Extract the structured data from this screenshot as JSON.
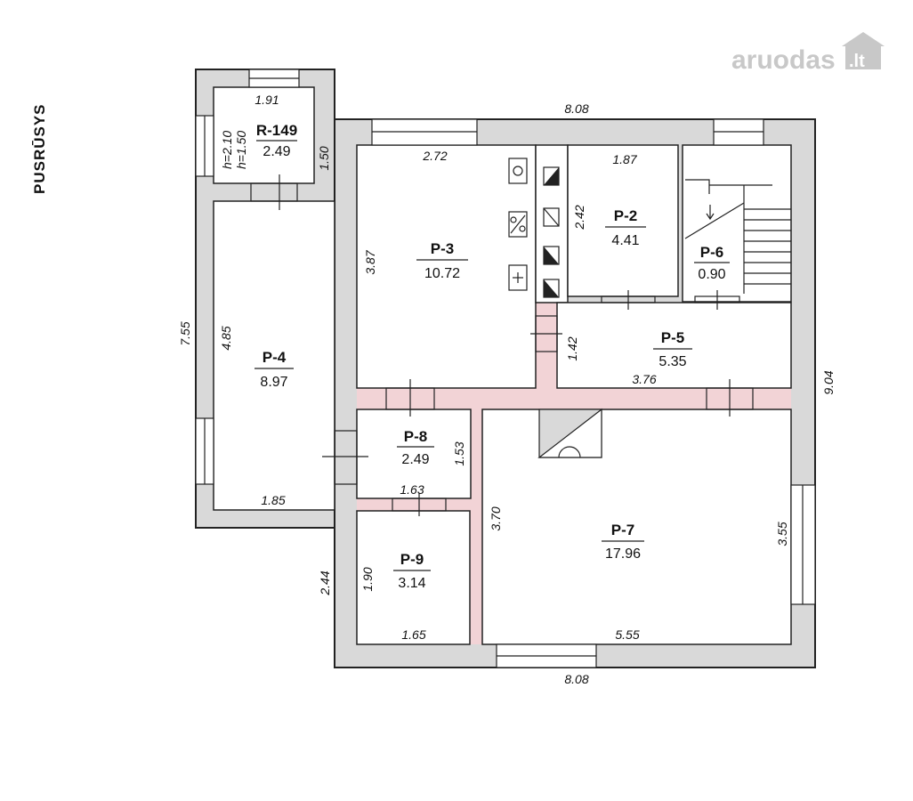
{
  "title": "PUSRŪSYS",
  "watermark": {
    "text": "aruodas",
    "suffix": ".lt"
  },
  "rooms": [
    {
      "id": "r149",
      "code": "R-149",
      "area": "2.49",
      "h1": "h=2.10",
      "h2": "h=1.50"
    },
    {
      "id": "p3",
      "code": "P-3",
      "area": "10.72"
    },
    {
      "id": "p2",
      "code": "P-2",
      "area": "4.41"
    },
    {
      "id": "p6",
      "code": "P-6",
      "area": "0.90"
    },
    {
      "id": "p4",
      "code": "P-4",
      "area": "8.97"
    },
    {
      "id": "p5",
      "code": "P-5",
      "area": "5.35"
    },
    {
      "id": "p8",
      "code": "P-8",
      "area": "2.49"
    },
    {
      "id": "p7",
      "code": "P-7",
      "area": "17.96"
    },
    {
      "id": "p9",
      "code": "P-9",
      "area": "3.14"
    }
  ],
  "dimensions": [
    "1.91",
    "1.50",
    "8.08",
    "2.72",
    "1.87",
    "2.42",
    "3.87",
    "7.55",
    "4.85",
    "1.42",
    "3.76",
    "9.04",
    "1.53",
    "1.85",
    "1.63",
    "3.70",
    "3.55",
    "1.90",
    "2.44",
    "1.65",
    "5.55",
    "8.08"
  ],
  "colors": {
    "wall": "#d9d9d9",
    "corridor": "#f2d3d6",
    "line": "#222222"
  }
}
